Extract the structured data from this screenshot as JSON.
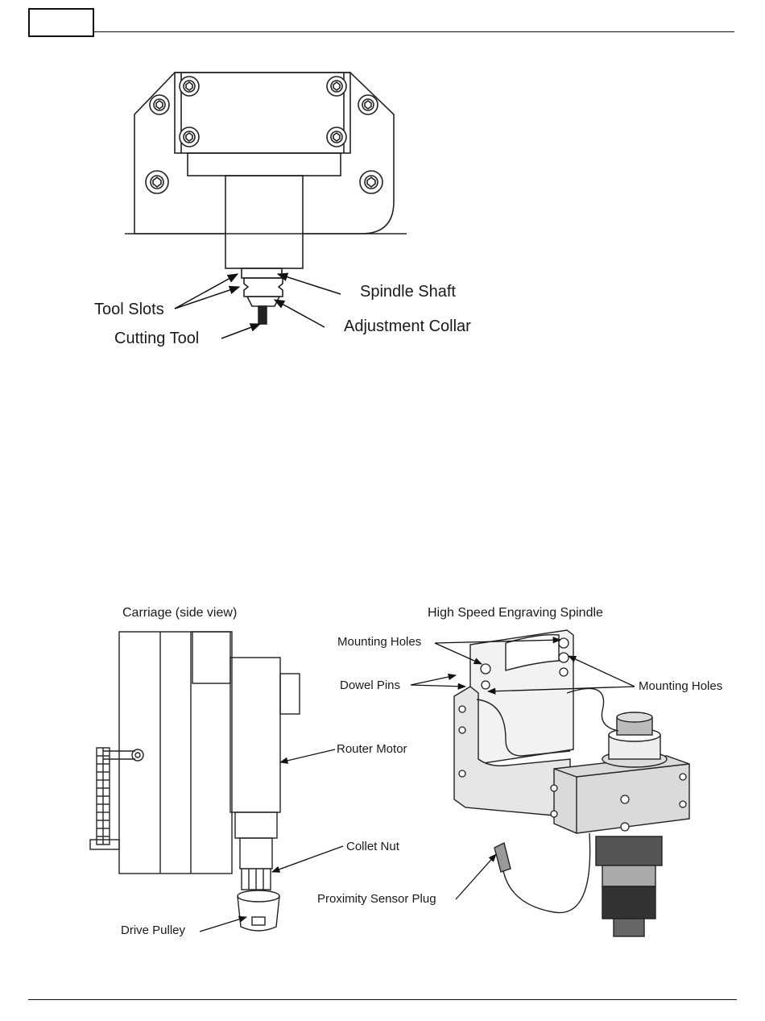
{
  "figure_top": {
    "labels": {
      "spindle_shaft": "Spindle Shaft",
      "tool_slots": "Tool Slots",
      "adjustment_collar": "Adjustment Collar",
      "cutting_tool": "Cutting Tool"
    }
  },
  "figure_bottom": {
    "left_title": "Carriage (side view)",
    "right_title": "High Speed Engraving Spindle",
    "labels": {
      "router_motor": "Router Motor",
      "collet_nut": "Collet Nut",
      "drive_pulley": "Drive Pulley",
      "mounting_holes_top": "Mounting Holes",
      "dowel_pins": "Dowel Pins",
      "mounting_holes_right": "Mounting Holes",
      "proximity_sensor_plug": "Proximity Sensor Plug"
    }
  }
}
